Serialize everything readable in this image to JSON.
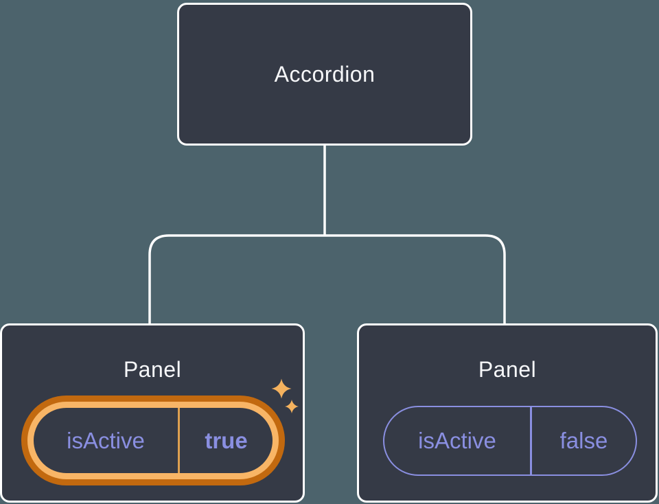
{
  "colors": {
    "background": "#4C636C",
    "node_fill": "#353A46",
    "node_border": "#FFFFFF",
    "line": "#FFFFFF",
    "label_text": "#F6F7F9",
    "prop_purple": "#8A8FE1",
    "highlight_orange": "#C2690F",
    "highlight_gold": "#F8B566",
    "highlight_divider": "#DFA050",
    "sparkle_gold": "#F5B25E"
  },
  "icons": {
    "highlight": "sparkles-icon"
  },
  "tree": {
    "root": {
      "label": "Accordion"
    },
    "children": [
      {
        "label": "Panel",
        "highlighted": true,
        "prop": {
          "name": "isActive",
          "value": "true"
        }
      },
      {
        "label": "Panel",
        "highlighted": false,
        "prop": {
          "name": "isActive",
          "value": "false"
        }
      }
    ]
  }
}
